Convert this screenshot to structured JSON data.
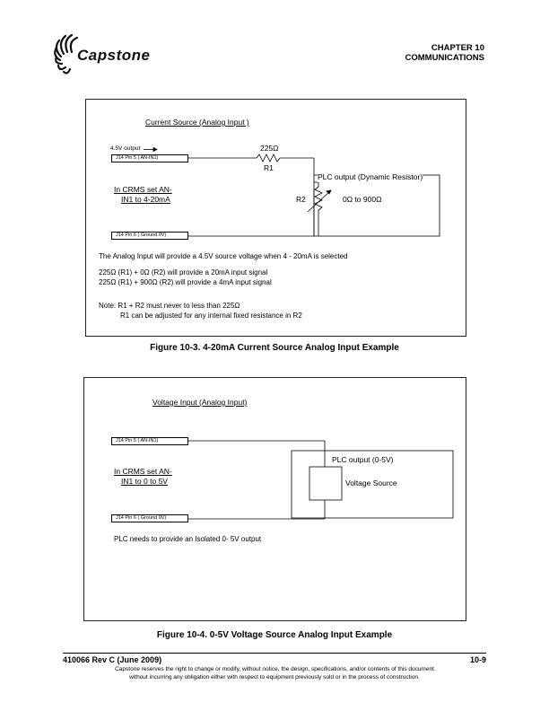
{
  "header": {
    "brand": "Capstone",
    "chapter": "CHAPTER 10",
    "section": "COMMUNICATIONS"
  },
  "figure1": {
    "title": "Current Source (Analog Input )",
    "output_label": "4.5V output",
    "pin5_label": "J14 Pin 5 ( AN-IN1)",
    "r1_value": "225Ω",
    "r1_name": "R1",
    "plc_label": "PLC output (Dynamic Resistor)",
    "r2_name": "R2",
    "r2_range": "0Ω to 900Ω",
    "crms_line1": "In CRMS set  AN-",
    "crms_line2": "IN1 to 4-20mA",
    "pin6_label": "J14 Pin 6 ( Ground 0V)",
    "note_line1": "The Analog Input will provide a 4.5V source voltage when 4 - 20mA is selected",
    "note_line2": "225Ω (R1) + 0Ω (R2) will provide a 20mA input signal",
    "note_line3": "225Ω (R1) + 900Ω (R2) will provide a 4mA input signal",
    "note_line4": "Note: R1 + R2 must never to less than 225Ω",
    "note_line5": "R1 can be adjusted for any internal fixed resistance in R2",
    "caption": "Figure 10-3.  4-20mA Current Source Analog Input Example"
  },
  "figure2": {
    "title": "Voltage Input (Analog Input)",
    "pin5_label": "J14 Pin 5 ( AN-IN1)",
    "plc_label": "PLC output (0-5V)",
    "source_label": "Voltage Source",
    "crms_line1": "In CRMS set  AN-",
    "crms_line2": "IN1 to 0 to 5V",
    "pin6_label": "J14 Pin 6 ( Ground 0V)",
    "note": "PLC needs to provide an Isolated 0- 5V output",
    "caption": "Figure 10-4.  0-5V Voltage Source Analog Input Example"
  },
  "footer": {
    "doc_id": "410066 Rev C (June 2009)",
    "page": "10-9",
    "disclaimer_line1": "Capstone reserves the right to change or modify, without notice, the design, specifications, and/or contents of this document",
    "disclaimer_line2": "without incurring any obligation either with respect to equipment previously sold or in the process of construction."
  }
}
